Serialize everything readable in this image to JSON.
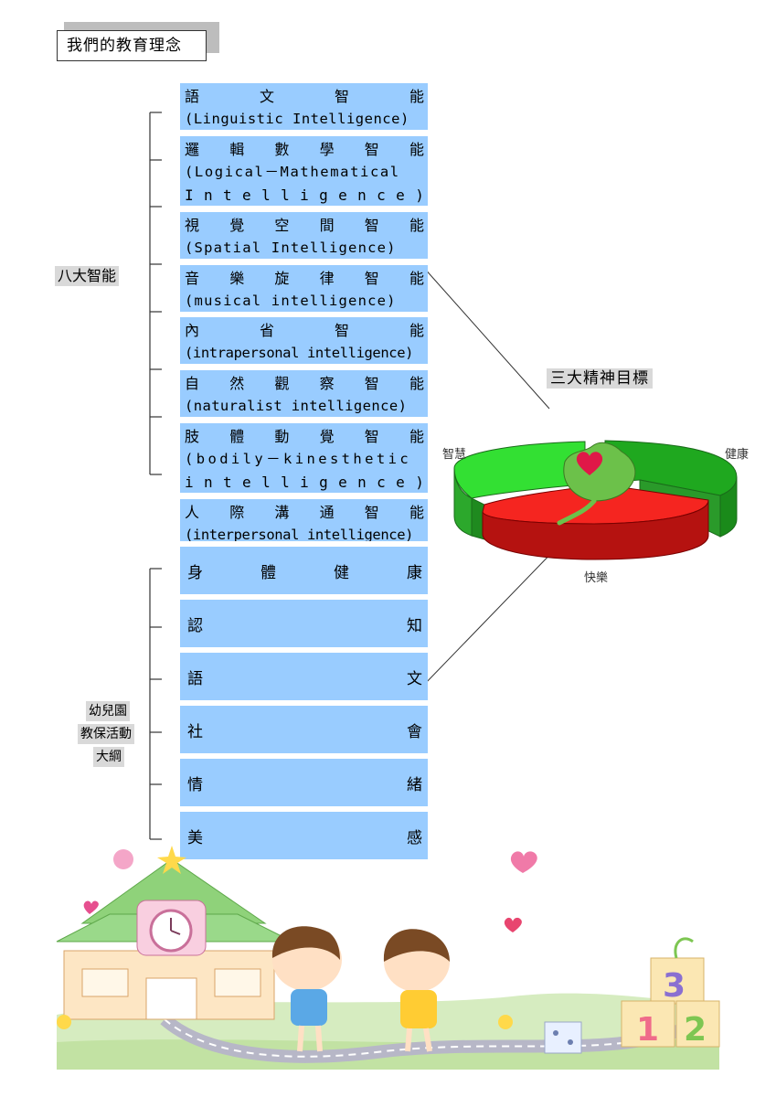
{
  "page_title": "我們的教育理念",
  "intelligence": {
    "label": "八大智能",
    "items": [
      {
        "line1": [
          "語",
          "文",
          "智",
          "能"
        ],
        "line2": "(Linguistic Intelligence)"
      },
      {
        "line1": [
          "邏",
          "輯",
          "數",
          "學",
          "智",
          "能"
        ],
        "line2": "(Logical－Mathematical",
        "line3": [
          "I",
          "n",
          "t",
          "e",
          "l",
          "l",
          "i",
          "g",
          "e",
          "n",
          "c",
          "e",
          ")"
        ]
      },
      {
        "line1": [
          "視",
          "覺",
          "空",
          "間",
          "智",
          "能"
        ],
        "line2": "(Spatial Intelligence)"
      },
      {
        "line1": [
          "音",
          "樂",
          "旋",
          "律",
          "智",
          "能"
        ],
        "line2": "(musical intelligence)"
      },
      {
        "line1": [
          "內",
          "省",
          "智",
          "能"
        ],
        "line2": "(intrapersonal intelligence)"
      },
      {
        "line1": [
          "自",
          "然",
          "觀",
          "察",
          "智",
          "能"
        ],
        "line2": "(naturalist intelligence)"
      },
      {
        "line1": [
          "肢",
          "體",
          "動",
          "覺",
          "智",
          "能"
        ],
        "line2": "(bodily－kinesthetic",
        "line3": [
          "i",
          "n",
          "t",
          "e",
          "l",
          "l",
          "i",
          "g",
          "e",
          "n",
          "c",
          "e",
          ")"
        ]
      },
      {
        "line1": [
          "人",
          "際",
          "溝",
          "通",
          "智",
          "能"
        ],
        "line2": "(interpersonal intelligence)"
      }
    ]
  },
  "curriculum": {
    "label_lines": [
      "幼兒園",
      "教保活動",
      "大綱"
    ],
    "items": [
      [
        "身",
        "體",
        "健",
        "康"
      ],
      [
        "認",
        "知"
      ],
      [
        "語",
        "文"
      ],
      [
        "社",
        "會"
      ],
      [
        "情",
        "緒"
      ],
      [
        "美",
        "感"
      ]
    ]
  },
  "goals": {
    "title": "三大精神目標",
    "slices": [
      {
        "label": "智慧",
        "color": "#2fbf2f"
      },
      {
        "label": "健康",
        "color": "#1f9a1f"
      },
      {
        "label": "快樂",
        "color": "#e8231e"
      }
    ]
  }
}
